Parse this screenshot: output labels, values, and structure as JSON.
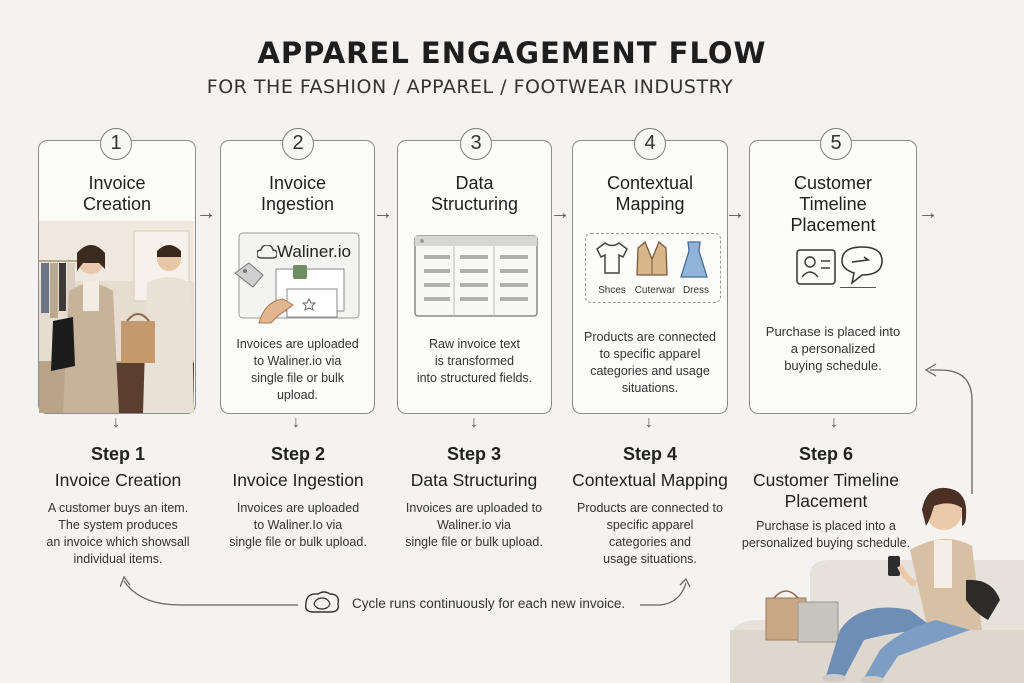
{
  "header": {
    "title": "APPAREL ENGAGEMENT FLOW",
    "subtitle": "FOR THE FASHION / APPAREL / FOOTWEAR INDUSTRY"
  },
  "cards": [
    {
      "number": "1",
      "title": "Invoice\nCreation",
      "description": ""
    },
    {
      "number": "2",
      "title": "Invoice\nIngestion",
      "description": "Invoices are uploaded\nto Waliner.io via\nsingle file or bulk\nupload.",
      "logo": "Waliner.io"
    },
    {
      "number": "3",
      "title": "Data\nStructuring",
      "description": "Raw invoice text\nis transformed\ninto structured fields."
    },
    {
      "number": "4",
      "title": "Contextual\nMapping",
      "description": "Products are connected\nto specific apparel\ncategories and usage\nsituations.",
      "items": [
        "Shces",
        "Cuterwar",
        "Dress"
      ]
    },
    {
      "number": "5",
      "title": "Customer\nTimeline\nPlacement",
      "description": "Purchase is placed into\na personalized\nbuying schedule."
    }
  ],
  "steps": [
    {
      "label": "Step 1",
      "name": "Invoice Creation",
      "description": "A customer buys an item.\nThe system produces\nan invoice which showsall\nindividual items."
    },
    {
      "label": "Step 2",
      "name": "Invoice Ingestion",
      "description": "Invoices are uploaded\nto Waliner.Io via\nsingle file or bulk upload."
    },
    {
      "label": "Step 3",
      "name": "Data Structuring",
      "description": "Invoices are uploaded to\nWaliner.io via\nsingle file or bulk upload."
    },
    {
      "label": "Step 4",
      "name": "Contextual Mapping",
      "description": "Products are connected to\nspecific apparel\ncategories and\nusage situations."
    },
    {
      "label": "Step 6",
      "name": "Customer Timeline\nPlacement",
      "description": "Purchase is placed into a\npersonalized buying schedule."
    }
  ],
  "cycle": {
    "text": "Cycle runs continuously for each new invoice."
  },
  "icons": [
    "cloud-icon",
    "tag-icon",
    "document-icon",
    "table-icon",
    "shirt-icon",
    "coat-icon",
    "dress-icon",
    "profile-card-icon",
    "chat-bubble-icon",
    "cycle-icon"
  ]
}
